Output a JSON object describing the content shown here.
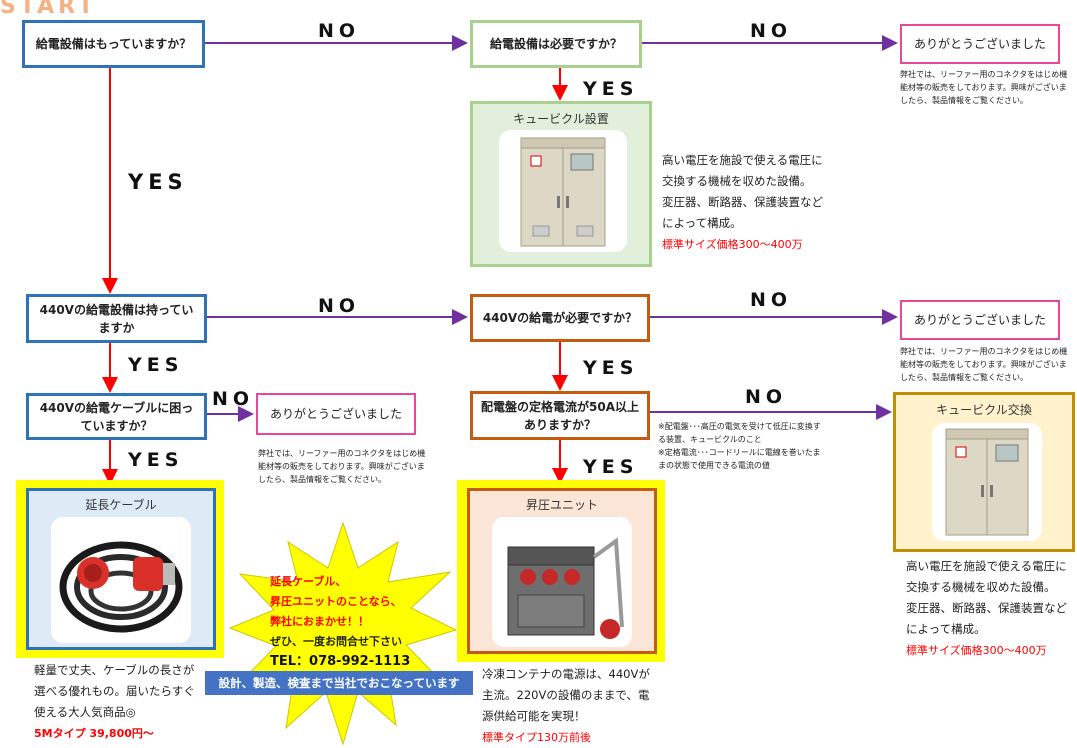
{
  "start_label": "START",
  "no": "NO",
  "yes": "YES",
  "boxes": {
    "q1": "給電設備はもっていますか？",
    "q2": "給電設備は必要ですか？",
    "q3": "440Vの給電設備は持っていますか",
    "q4": "440Vの給電が必要ですか？",
    "q5": "440Vの給電ケーブルに困っていますか？",
    "q6": "配電盤の定格電流が50A以上ありますか？"
  },
  "thanks": "ありがとうございました",
  "thanks_note": "弊社では、リーファー用のコネクタをはじめ機能材等の販売をしております。興味がございましたら、製品情報をご覧ください。",
  "cubicle_install": {
    "title": "キュービクル設置",
    "desc": [
      "高い電圧を施設で使える電圧に",
      "交換する機械を収めた設備。",
      "変圧器、断路器、保護装置など",
      "によって構成。"
    ],
    "price": "標準サイズ価格300～400万"
  },
  "cubicle_replace": {
    "title": "キュービクル交換",
    "desc": [
      "高い電圧を施設で使える電圧に",
      "交換する機械を収めた設備。",
      "変圧器、断路器、保護装置など",
      "によって構成。"
    ],
    "price": "標準サイズ価格300～400万"
  },
  "definitions": [
    "※配電盤･･･高圧の電気を受けて低圧に変換す",
    "る装置、キュービクルのこと",
    "※定格電流･･･コードリールに電線を巻いたま",
    "まの状態で使用できる電流の値"
  ],
  "cable": {
    "title": "延長ケーブル",
    "desc": [
      "軽量で丈夫、ケーブルの長さが",
      "選べる優れもの。届いたらすぐ",
      "使える大人気商品◎"
    ],
    "price": "5Mタイプ 39,800円～"
  },
  "booster": {
    "title": "昇圧ユニット",
    "desc": [
      "冷凍コンテナの電源は、440Vが",
      "主流。220Vの設備のままで、電",
      "源供給可能を実現！"
    ],
    "price": "標準タイプ130万前後"
  },
  "promo": {
    "line1": "延長ケーブル、",
    "line2": "昇圧ユニットのことなら、",
    "line3": "弊社におまかせ！！",
    "line4": "ぜひ、一度お問合せ下さい",
    "tel": "TEL：078-992-1113"
  },
  "banner": "設計、製造、検査まで当社でおこなっています",
  "colors": {
    "blue_border": "#2e74b5",
    "green_border": "#a9d18e",
    "pink_border": "#e8479a",
    "orange_border": "#c55a11",
    "red_arrow": "#ff0000",
    "purple_arrow": "#7030a0",
    "yellow_frame": "#ffff00",
    "banner_bg": "#4472c4"
  }
}
